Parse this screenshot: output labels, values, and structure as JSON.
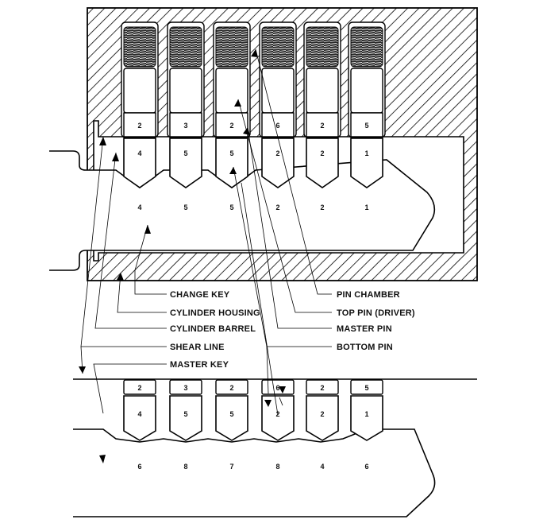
{
  "labels": {
    "change_key": "CHANGE KEY",
    "cylinder_housing": "CYLINDER HOUSING",
    "cylinder_barrel": "CYLINDER BARREL",
    "shear_line": "SHEAR LINE",
    "master_key": "MASTER KEY",
    "pin_chamber": "PIN CHAMBER",
    "top_pin": "TOP PIN (DRIVER)",
    "master_pin": "MASTER PIN",
    "bottom_pin": "BOTTOM PIN"
  },
  "upper_lock": {
    "pins": [
      {
        "top": "2",
        "bottom": "4"
      },
      {
        "top": "3",
        "bottom": "5"
      },
      {
        "top": "2",
        "bottom": "5"
      },
      {
        "top": "6",
        "bottom": "2"
      },
      {
        "top": "2",
        "bottom": "2"
      },
      {
        "top": "5",
        "bottom": "1"
      }
    ],
    "key_cuts": [
      "4",
      "5",
      "5",
      "2",
      "2",
      "1"
    ]
  },
  "lower_lock": {
    "pins": [
      {
        "top": "2",
        "bottom": "4"
      },
      {
        "top": "3",
        "bottom": "5"
      },
      {
        "top": "2",
        "bottom": "5"
      },
      {
        "top": "6",
        "bottom": "2"
      },
      {
        "top": "2",
        "bottom": "2"
      },
      {
        "top": "5",
        "bottom": "1"
      }
    ],
    "key_cuts": [
      "6",
      "8",
      "7",
      "8",
      "4",
      "6"
    ]
  },
  "colors": {
    "ink": "#000000",
    "paper": "#ffffff"
  }
}
